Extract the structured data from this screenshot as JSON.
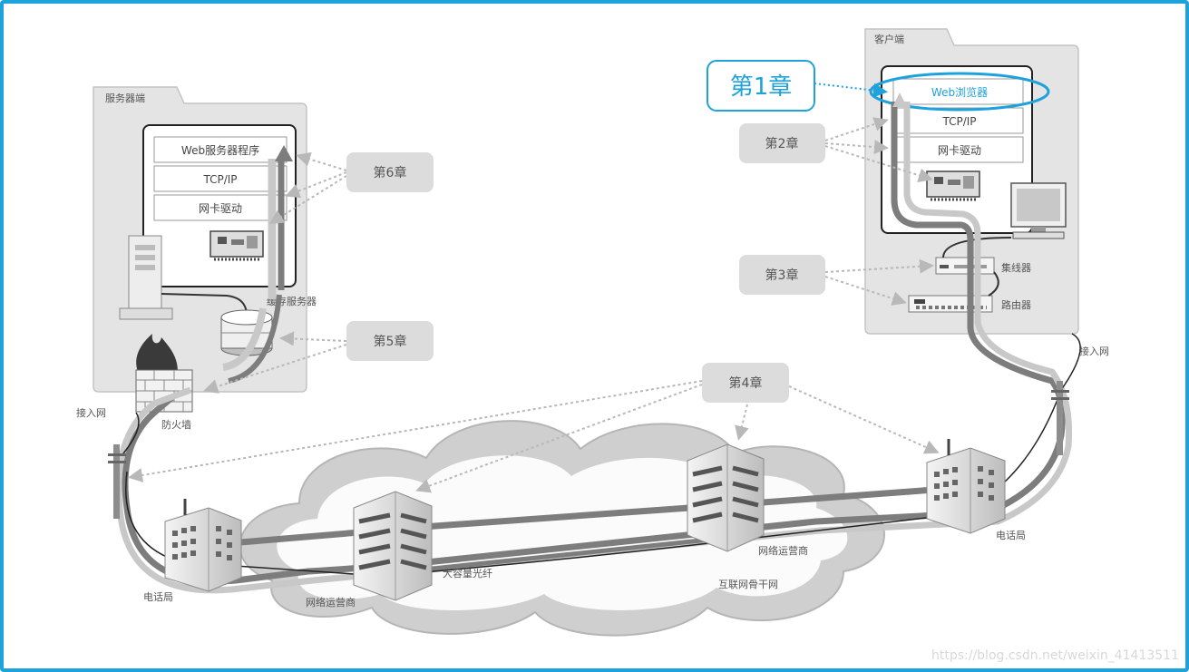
{
  "server": {
    "title": "服务器端",
    "layers": [
      "Web服务器程序",
      "TCP/IP",
      "网卡驱动"
    ],
    "cache_label": "缓存服务器",
    "firewall_label": "防火墙",
    "access_label": "接入网"
  },
  "client": {
    "title": "客户端",
    "layers": [
      "Web浏览器",
      "TCP/IP",
      "网卡驱动"
    ],
    "hub_label": "集线器",
    "router_label": "路由器",
    "access_label": "接入网"
  },
  "network": {
    "phone_office_left": "电话局",
    "phone_office_right": "电话局",
    "isp_left": "网络运营商",
    "isp_right": "网络运营商",
    "fiber": "大容量光纤",
    "backbone": "互联网骨干网"
  },
  "chapters": {
    "ch1": "第1章",
    "ch2": "第2章",
    "ch3": "第3章",
    "ch4": "第4章",
    "ch5": "第5章",
    "ch6": "第6章"
  },
  "colors": {
    "frame": "#1ea2dc",
    "highlight": "#1ea2dc",
    "chapter_bg": "#dcdcdc",
    "panel_bg": "#e6e6e6"
  },
  "watermark": "https://blog.csdn.net/weixin_41413511"
}
